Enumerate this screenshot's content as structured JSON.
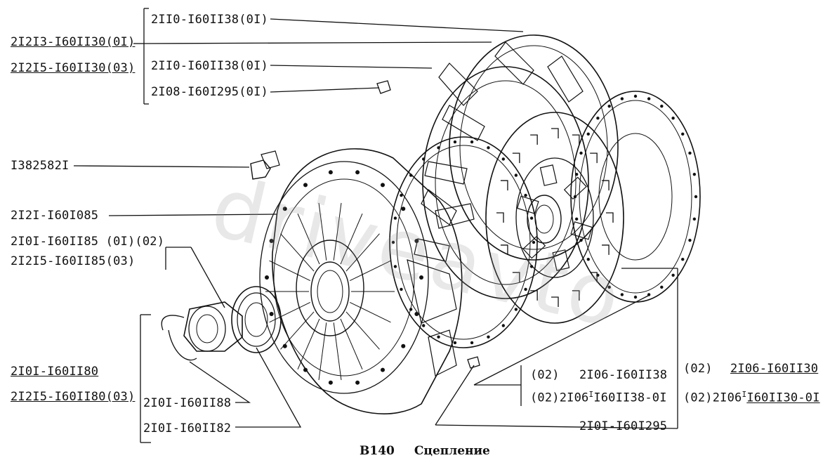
{
  "watermark": "driveavto",
  "caption": {
    "code": "B140",
    "title": "Сцепление"
  },
  "labels": {
    "l01": "2II0-I60II38(0I)",
    "l02": "2I2I3-I60II30(0I)",
    "l03": "2II0-I60II38(0I)",
    "l04": "2I2I5-I60II30(03)",
    "l05": "2I08-I60I295(0I)",
    "l06": "I382582I",
    "l07": "2I2I-I60I085",
    "l08": "2I0I-I60II85 (0I)(02)",
    "l09": "2I2I5-I60II85(03)",
    "l10": "2I0I-I60II80",
    "l11": "2I2I5-I60II80(03)",
    "l12": "2I0I-I60II88",
    "l13": "2I0I-I60II82",
    "l14": "(02)",
    "l15": "2I06-I60II38",
    "l16": "(02)2I06",
    "l17": "I60II38-0I",
    "l18": "(02)",
    "l19": "2I06-I60II30",
    "l20": "(02)2I06",
    "l21": "I60II30-0I",
    "l22": "2I0I-I60I295",
    "sup_mark": "I"
  },
  "colors": {
    "ink": "#111111",
    "paper": "#ffffff",
    "watermark": "#969696"
  }
}
